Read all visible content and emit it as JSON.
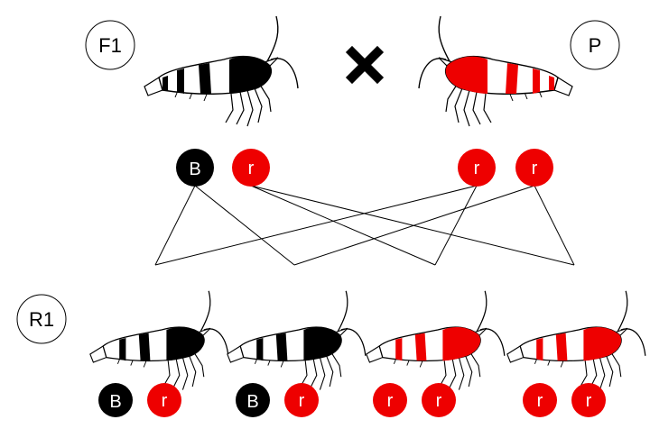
{
  "labels": {
    "parent1": "F1",
    "parent2": "P",
    "offspring": "R1",
    "cross_symbol": "×"
  },
  "parents": {
    "left": {
      "pattern": "black-white-banded",
      "alleles": [
        "B",
        "r"
      ]
    },
    "right": {
      "pattern": "red-white-banded",
      "alleles": [
        "r",
        "r"
      ]
    }
  },
  "offspring": [
    {
      "pattern": "black-white-banded",
      "alleles": [
        "B",
        "r"
      ]
    },
    {
      "pattern": "black-white-banded",
      "alleles": [
        "B",
        "r"
      ]
    },
    {
      "pattern": "red-white-banded",
      "alleles": [
        "r",
        "r"
      ]
    },
    {
      "pattern": "red-white-banded",
      "alleles": [
        "r",
        "r"
      ]
    }
  ],
  "colors": {
    "dominant_allele_fill": "#000000",
    "recessive_allele_fill": "#ee0000",
    "allele_text": "#ffffff",
    "label_circle_stroke": "#000000",
    "line": "#000000"
  }
}
